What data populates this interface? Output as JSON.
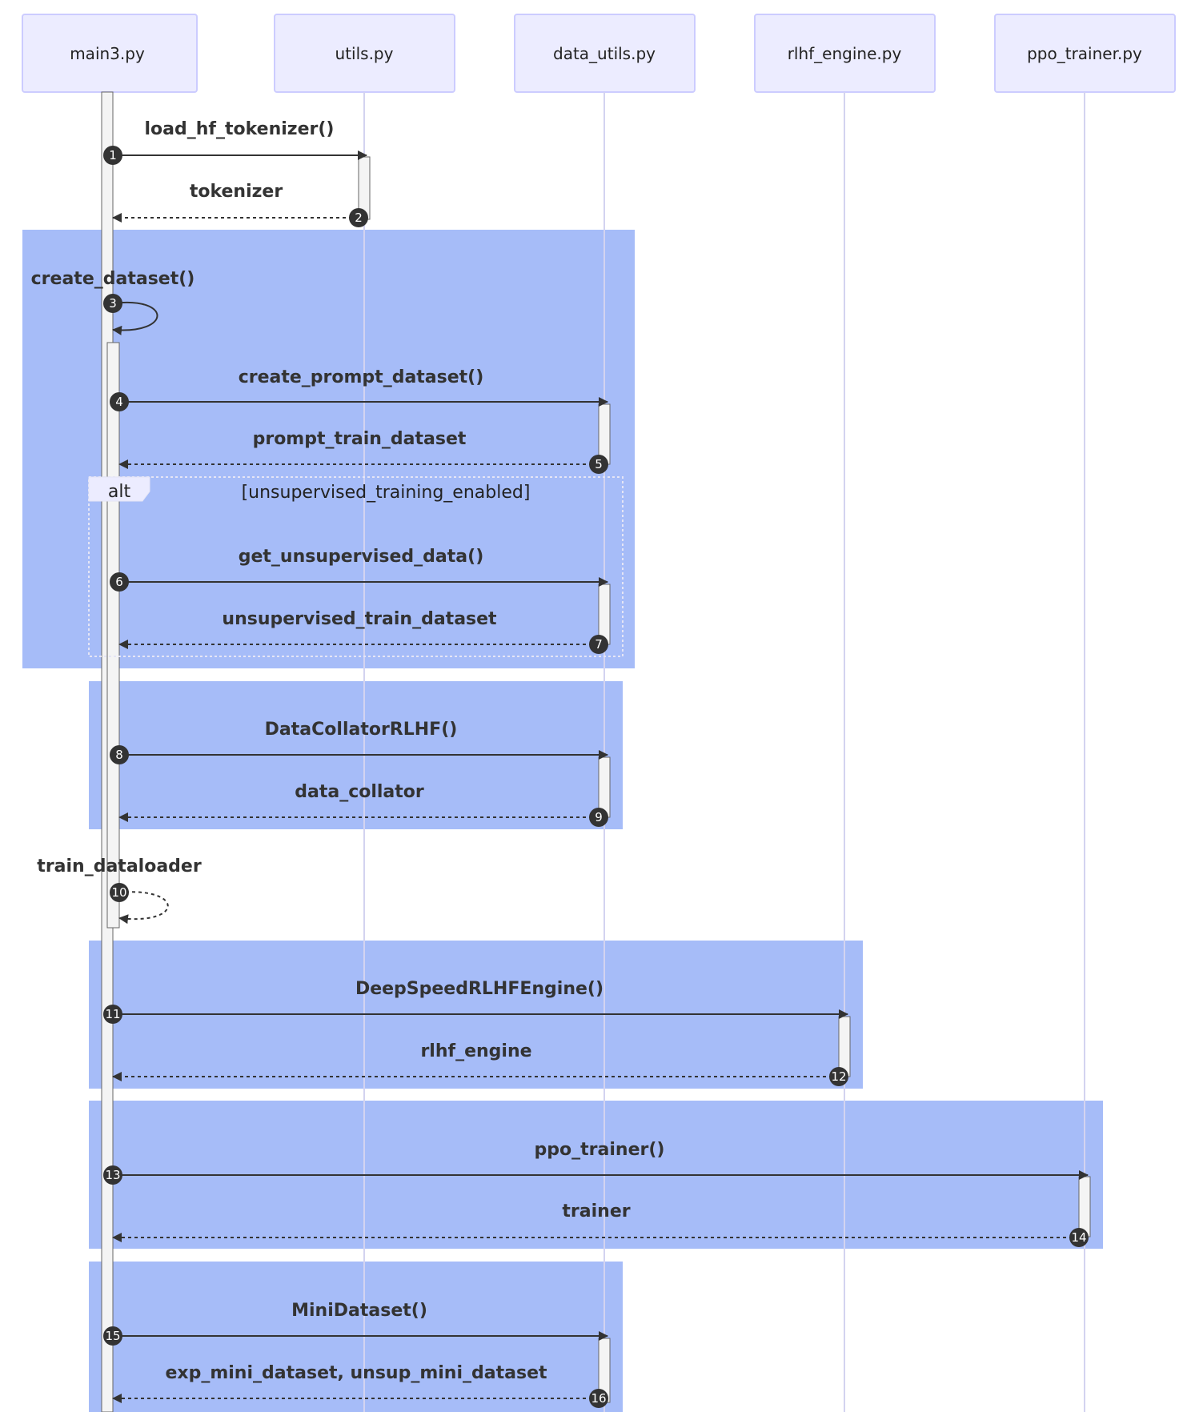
{
  "participants": [
    "main3.py",
    "utils.py",
    "data_utils.py",
    "rlhf_engine.py",
    "ppo_trainer.py"
  ],
  "messages": [
    {
      "n": "1",
      "label": "load_hf_tokenizer()"
    },
    {
      "n": "2",
      "label": "tokenizer"
    },
    {
      "n": "3",
      "label": "create_dataset()"
    },
    {
      "n": "4",
      "label": "create_prompt_dataset()"
    },
    {
      "n": "5",
      "label": "prompt_train_dataset"
    },
    {
      "n": "6",
      "label": "get_unsupervised_data()"
    },
    {
      "n": "7",
      "label": "unsupervised_train_dataset"
    },
    {
      "n": "8",
      "label": "DataCollatorRLHF()"
    },
    {
      "n": "9",
      "label": "data_collator"
    },
    {
      "n": "10",
      "label": "train_dataloader"
    },
    {
      "n": "11",
      "label": "DeepSpeedRLHFEngine()"
    },
    {
      "n": "12",
      "label": "rlhf_engine"
    },
    {
      "n": "13",
      "label": "ppo_trainer()"
    },
    {
      "n": "14",
      "label": "trainer"
    },
    {
      "n": "15",
      "label": "MiniDataset()"
    },
    {
      "n": "16",
      "label": "exp_mini_dataset, unsup_mini_dataset"
    }
  ],
  "alt": {
    "tag": "alt",
    "condition": "[unsupervised_training_enabled]"
  },
  "colors": {
    "participant_fill": "#ECECFF",
    "participant_stroke": "#CCCCFF",
    "lifeline": "#D3D3F0",
    "highlight": "#A6BCF8",
    "activation_fill": "#F4F4F4",
    "activation_stroke": "#666666",
    "arrow": "#333333",
    "badge": "#333333"
  }
}
